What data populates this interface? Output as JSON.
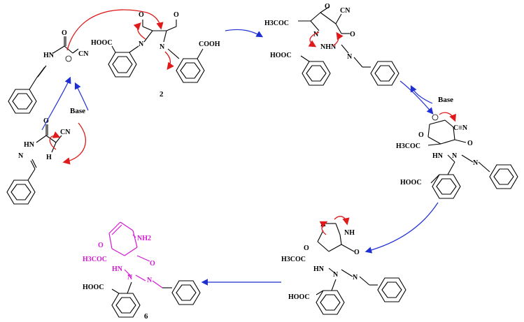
{
  "labels": {
    "base_left": "Base",
    "base_right": "Base",
    "compound_2": "2",
    "compound_6": "6"
  },
  "groups": {
    "cn": "CN",
    "cn_alt": "C≡N",
    "nh": "NH",
    "hn": "HN",
    "h": "H",
    "o": "O",
    "hn_n": "HN",
    "n": "N",
    "cooh": "COOH",
    "hooc": "HOOC",
    "h3coc": "H3COC",
    "nh2": "NH2",
    "nhn": "NHN"
  },
  "colors": {
    "product": "#d21ad2",
    "arrow_main": "#1f2fd6",
    "arrow_electron": "#e01a1a"
  }
}
